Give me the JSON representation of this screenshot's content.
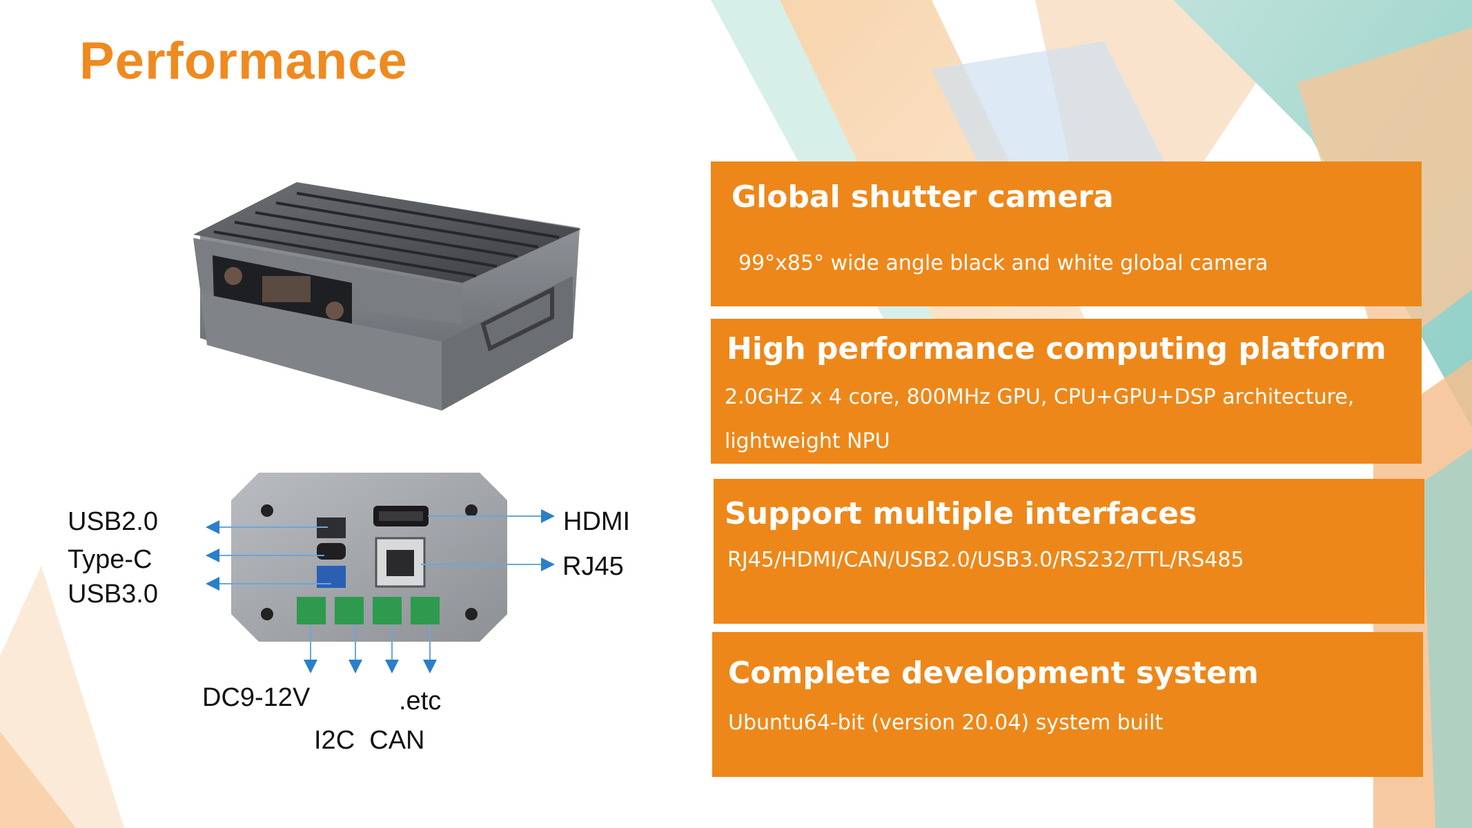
{
  "title": "Performance",
  "colors": {
    "accent": "#ee8719",
    "title": "#ef8a1f"
  },
  "cards": [
    {
      "heading": "Global shutter camera",
      "lines": [
        "99°x85° wide angle black and white global camera"
      ]
    },
    {
      "heading": "High performance computing platform",
      "lines": [
        "2.0GHZ x 4 core, 800MHz GPU, CPU+GPU+DSP architecture,",
        "lightweight NPU"
      ]
    },
    {
      "heading": "Support multiple interfaces",
      "lines": [
        "RJ45/HDMI/CAN/USB2.0/USB3.0/RS232/TTL/RS485"
      ]
    },
    {
      "heading": "Complete development system",
      "lines": [
        "Ubuntu64-bit (version 20.04) system built"
      ]
    }
  ],
  "ports": {
    "usb2": "USB2.0",
    "typec": "Type-C",
    "usb3": "USB3.0",
    "hdmi": "HDMI",
    "rj45": "RJ45",
    "dc": "DC9-12V",
    "etc": ".etc",
    "i2c_can": "I2C  CAN"
  }
}
